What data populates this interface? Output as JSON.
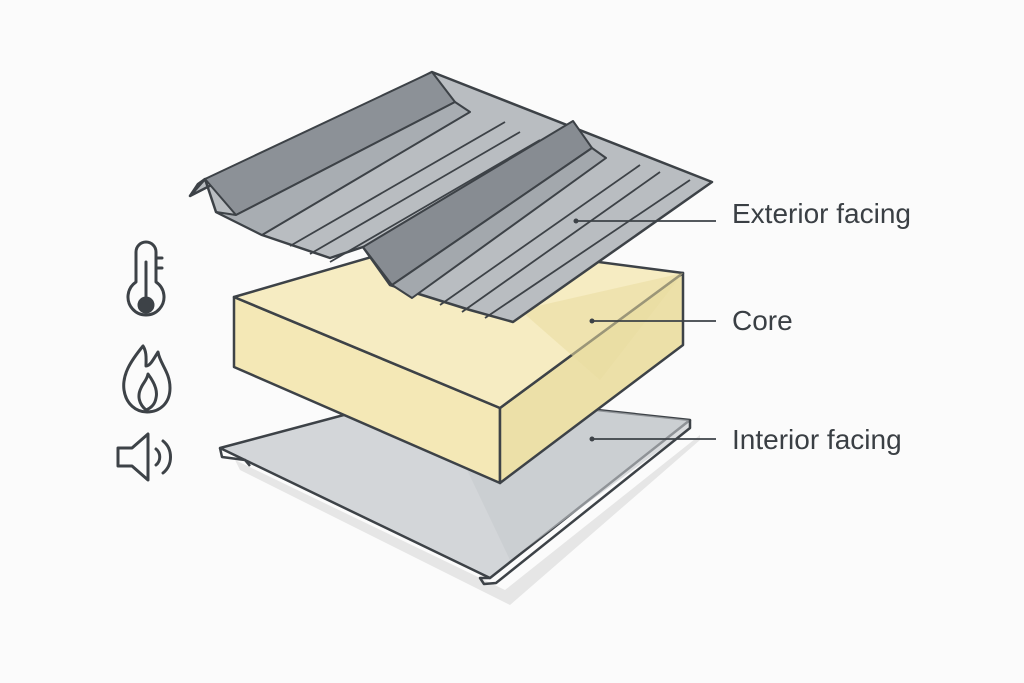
{
  "labels": {
    "exterior": "Exterior facing",
    "core": "Core",
    "interior": "Interior facing"
  },
  "icons": [
    {
      "name": "thermometer-icon"
    },
    {
      "name": "flame-icon"
    },
    {
      "name": "speaker-icon"
    }
  ],
  "colors": {
    "background": "#fbfbfb",
    "core_fill": "#f4e8b6",
    "core_side": "#ece0a8",
    "metal_light": "#bfc3c7",
    "metal_dark": "#868b91",
    "interior_sheet": "#d2d5d8",
    "line": "#3d4247"
  }
}
